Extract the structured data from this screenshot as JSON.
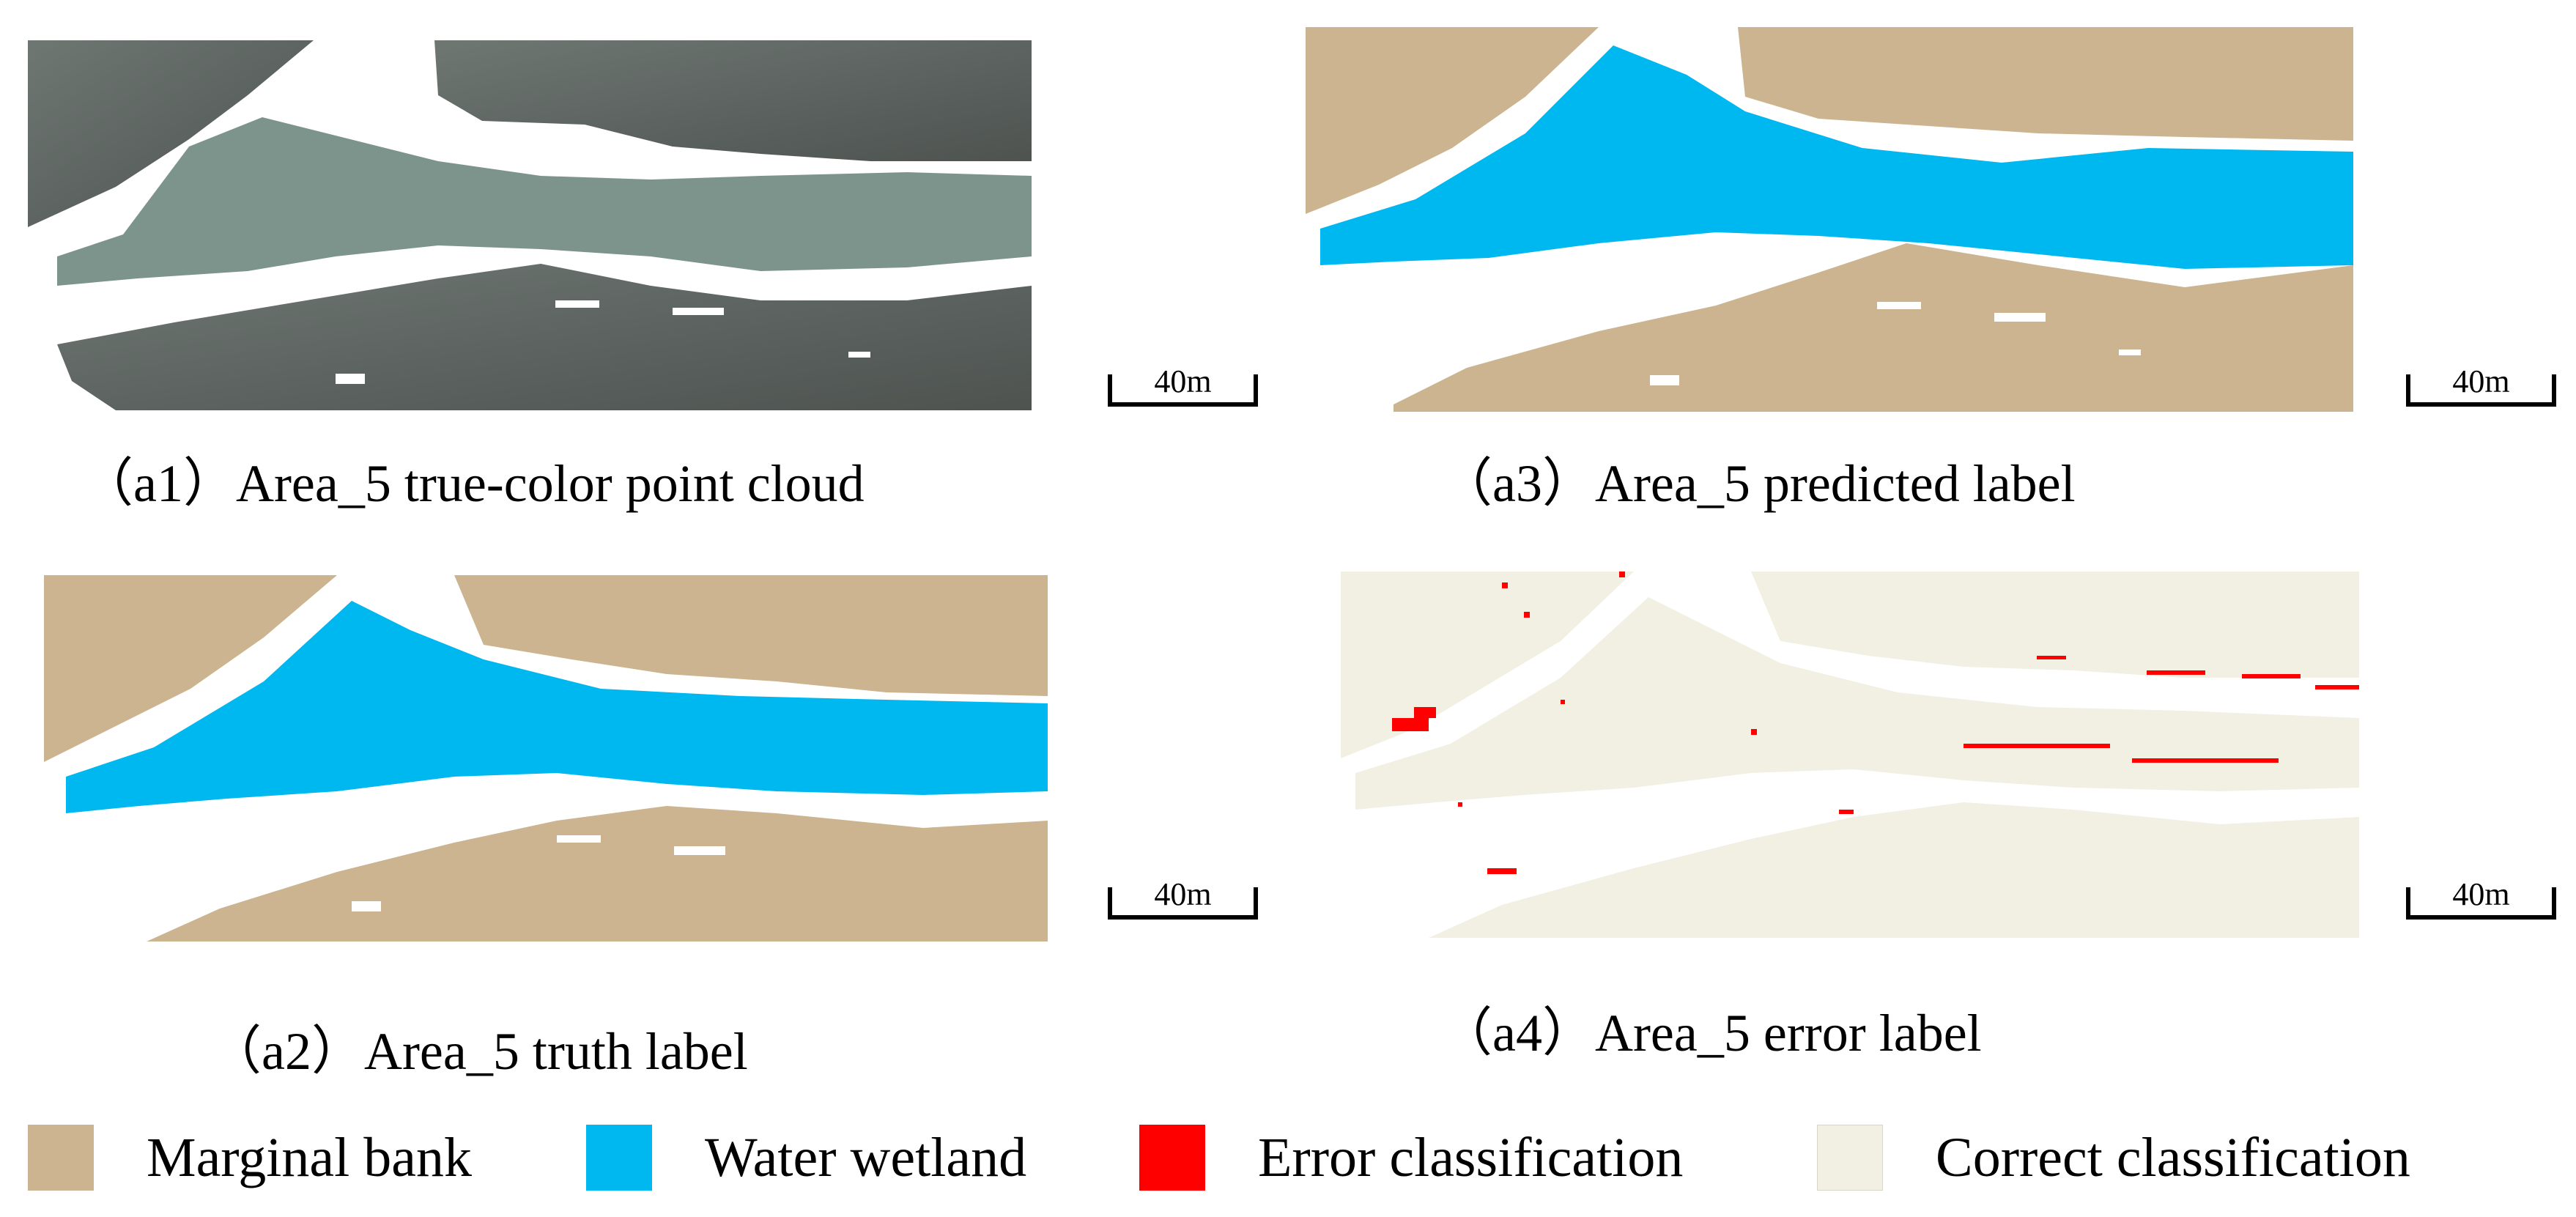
{
  "colors": {
    "marginal_bank": "#cbb48f",
    "water_wetland": "#00b8f0",
    "error": "#ff0000",
    "correct": "#f2f0e3",
    "true_color_dark": "#5e6462",
    "true_color_water": "#7d948d"
  },
  "panels": {
    "a1": {
      "caption": "（a1）Area_5 true-color point cloud",
      "scale": "40m"
    },
    "a2": {
      "caption": "（a2）Area_5 truth label",
      "scale": "40m"
    },
    "a3": {
      "caption": "（a3）Area_5 predicted label",
      "scale": "40m"
    },
    "a4": {
      "caption": "（a4）Area_5 error label",
      "scale": "40m"
    }
  },
  "legend": [
    {
      "label": "Marginal bank",
      "color": "#cbb48f"
    },
    {
      "label": "Water wetland",
      "color": "#00b8f0"
    },
    {
      "label": "Error classification",
      "color": "#ff0000"
    },
    {
      "label": "Correct classification",
      "color": "#f2f0e3"
    }
  ]
}
